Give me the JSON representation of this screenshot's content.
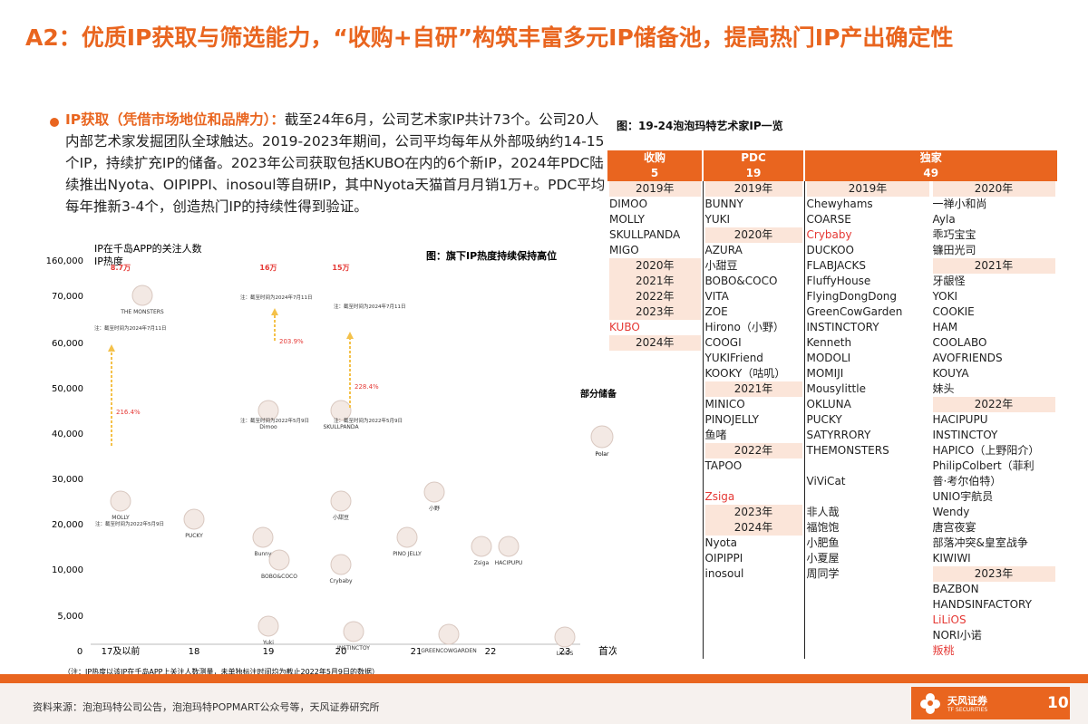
{
  "title": "A2：优质IP获取与筛选能力，“收购+自研”构筑丰富多元IP储备池，提高热门IP产出确定性",
  "bullet": {
    "lead": "IP获取（凭借市场地位和品牌力）：",
    "body": "截至24年6月，公司艺术家IP共计73个。公司20人内部艺术家发掘团队全球触达。2019-2023年期间，公司平均每年从外部吸纳约14-15个IP，持续扩充IP的储备。2023年公司获取包括KUBO在内的6个新IP，2024年PDC陆续推出Nyota、OIPIPPI、inosoul等自研IP，其中Nyota天猫首月月销1万+。PDC平均每年推新3-4个，创造热门IP的持续性得到验证。"
  },
  "figure_left": {
    "caption": "图：旗下IP热度持续保持高位",
    "y_axis_title": "IP在千岛APP的关注人数",
    "legend_label": "IP热度",
    "x_axis_title": "首次上新年份",
    "note": "（注：IP热度以该IP在千岛APP上关注人数测量，未单独标注时间均为截止2022年5月9日的数据）",
    "side_label": "部分储备IP：",
    "chart_data": {
      "type": "scatter",
      "title": "旗下IP热度持续保持高位",
      "ylabel": "IP在千岛APP的关注人数",
      "xlabel": "首次上新年份",
      "x_ticks": [
        "0",
        "17及以前",
        "18",
        "19",
        "20",
        "21",
        "22",
        "23"
      ],
      "y_ticks": [
        "5,000",
        "10,000",
        "20,000",
        "30,000",
        "40,000",
        "50,000",
        "60,000",
        "70,000",
        "160,000"
      ],
      "points": [
        {
          "name": "MOLLY",
          "x": "17及以前",
          "y": 25000,
          "label": "MOLLY"
        },
        {
          "name": "MOLLY",
          "x": "17及以前",
          "y": 87000,
          "label": "8.7万"
        },
        {
          "name": "THE MONSTERS",
          "x": "17及以前",
          "y": 70000,
          "label": "THE MONSTERS"
        },
        {
          "name": "PUCKY",
          "x": "18",
          "y": 21000,
          "label": "PUCKY"
        },
        {
          "name": "Dimoo",
          "x": "19",
          "y": 45000,
          "label": "Dimoo"
        },
        {
          "name": "Dimoo",
          "x": "19",
          "y": 160000,
          "label": "16万"
        },
        {
          "name": "Bunny",
          "x": "19",
          "y": 17000,
          "label": "Bunny"
        },
        {
          "name": "BOBO&COCO",
          "x": "19",
          "y": 12000,
          "label": "BOBO&COCO"
        },
        {
          "name": "Yuki",
          "x": "19",
          "y": 3000,
          "label": "Yuki"
        },
        {
          "name": "SKULLPANDA",
          "x": "20",
          "y": 45000,
          "label": "SKULLPANDA"
        },
        {
          "name": "SKULLPANDA",
          "x": "20",
          "y": 150000,
          "label": "15万"
        },
        {
          "name": "小甜豆",
          "x": "20",
          "y": 25000,
          "label": "小甜豆"
        },
        {
          "name": "Crybaby",
          "x": "20",
          "y": 11000,
          "label": "Crybaby"
        },
        {
          "name": "INSTINCTOY",
          "x": "20",
          "y": 2000,
          "label": "INSTINCTOY"
        },
        {
          "name": "PINO JELLY",
          "x": "21",
          "y": 17000,
          "label": "PINO JELLY"
        },
        {
          "name": "小野",
          "x": "21",
          "y": 27000,
          "label": "小野"
        },
        {
          "name": "GREENCOWGARDEN",
          "x": "21",
          "y": 1500,
          "label": "GREENCOWGARDEN"
        },
        {
          "name": "Zsiga",
          "x": "22",
          "y": 15000,
          "label": "Zsiga"
        },
        {
          "name": "HACIPUPU",
          "x": "22",
          "y": 15000,
          "label": "HACIPUPU"
        },
        {
          "name": "LiLiOS",
          "x": "23",
          "y": 1000,
          "label": "LiLiOS"
        }
      ],
      "growth_labels": [
        "216.4%",
        "203.9%",
        "228.4%"
      ],
      "data_notes": [
        "注：截至时间为2024年7月11日",
        "注：截至时间为2024年7月11日",
        "注：截至时间为2024年7月11日",
        "注：截至时间为2022年5月9日",
        "注：截至时间为2022年5月9日",
        "注：截至时间为2022年5月9日"
      ],
      "reserve_ip": "Polar"
    }
  },
  "table": {
    "title": "图：19-24泡泡玛特艺术家IP一览",
    "headers": [
      "收购",
      "PDC",
      "独家"
    ],
    "counts": [
      "5",
      "19",
      "49"
    ],
    "col1": [
      {
        "t": "2019年",
        "y": true
      },
      {
        "t": "DIMOO"
      },
      {
        "t": "MOLLY"
      },
      {
        "t": "SKULLPANDA"
      },
      {
        "t": "MIGO"
      },
      {
        "t": "2020年",
        "y": true
      },
      {
        "t": "2021年",
        "y": true
      },
      {
        "t": "2022年",
        "y": true
      },
      {
        "t": "2023年",
        "y": true
      },
      {
        "t": "KUBO",
        "red": true
      },
      {
        "t": "2024年",
        "y": true
      }
    ],
    "col2": [
      {
        "t": "2019年",
        "y": true
      },
      {
        "t": "BUNNY"
      },
      {
        "t": "YUKI"
      },
      {
        "t": "2020年",
        "y": true
      },
      {
        "t": "AZURA"
      },
      {
        "t": "小甜豆"
      },
      {
        "t": "BOBO&COCO"
      },
      {
        "t": "VITA"
      },
      {
        "t": "ZOE"
      },
      {
        "t": "Hirono（小野）"
      },
      {
        "t": "COOGI"
      },
      {
        "t": "YUKIFriend"
      },
      {
        "t": "KOOKY（咕叽）"
      },
      {
        "t": "2021年",
        "y": true
      },
      {
        "t": "MINICO"
      },
      {
        "t": "PINOJELLY"
      },
      {
        "t": "鱼啫"
      },
      {
        "t": "2022年",
        "y": true
      },
      {
        "t": "TAPOO"
      },
      {
        "t": ""
      },
      {
        "t": "Zsiga",
        "red": true
      },
      {
        "t": "2023年",
        "y": true
      },
      {
        "t": "2024年",
        "y": true
      },
      {
        "t": "Nyota"
      },
      {
        "t": "OIPIPPI"
      },
      {
        "t": "inosoul"
      }
    ],
    "col3": [
      {
        "t": "2019年",
        "y": true
      },
      {
        "t": "Chewyhams"
      },
      {
        "t": "COARSE"
      },
      {
        "t": "Crybaby",
        "red": true
      },
      {
        "t": "DUCKOO"
      },
      {
        "t": "FLABJACKS"
      },
      {
        "t": "FluffyHouse"
      },
      {
        "t": "FlyingDongDong"
      },
      {
        "t": "GreenCowGarden"
      },
      {
        "t": "INSTINCTORY"
      },
      {
        "t": "Kenneth"
      },
      {
        "t": "MODOLI"
      },
      {
        "t": "MOMIJI"
      },
      {
        "t": "Mousylittle"
      },
      {
        "t": "OKLUNA"
      },
      {
        "t": "PUCKY"
      },
      {
        "t": "SATYRRORY"
      },
      {
        "t": "THEMONSTERS"
      },
      {
        "t": ""
      },
      {
        "t": "ViViCat"
      },
      {
        "t": ""
      },
      {
        "t": "非人哉"
      },
      {
        "t": "福饱饱"
      },
      {
        "t": "小肥鱼"
      },
      {
        "t": "小夏屋"
      },
      {
        "t": "周同学"
      }
    ],
    "col4": [
      {
        "t": "2020年",
        "y": true
      },
      {
        "t": "一禅小和尚"
      },
      {
        "t": "Ayla"
      },
      {
        "t": "乖巧宝宝"
      },
      {
        "t": "镰田光司"
      },
      {
        "t": "2021年",
        "y": true
      },
      {
        "t": "牙龈怪"
      },
      {
        "t": "YOKI"
      },
      {
        "t": "COOKIE"
      },
      {
        "t": "HAM"
      },
      {
        "t": "COOLABO"
      },
      {
        "t": "AVOFRIENDS"
      },
      {
        "t": "KOUYA"
      },
      {
        "t": "妹头"
      },
      {
        "t": "2022年",
        "y": true
      },
      {
        "t": "HACIPUPU"
      },
      {
        "t": "INSTINCTOY"
      },
      {
        "t": "HAPICO（上野阳介）"
      },
      {
        "t": "PhilipColbert（菲利"
      },
      {
        "t": "普·考尔伯特）"
      },
      {
        "t": "UNIO宇航员"
      },
      {
        "t": "Wendy"
      },
      {
        "t": "唐宫夜宴"
      },
      {
        "t": "部落冲突&皇室战争"
      },
      {
        "t": "KIWIWI"
      },
      {
        "t": "2023年",
        "y": true
      },
      {
        "t": "BAZBON"
      },
      {
        "t": "HANDSINFACTORY"
      },
      {
        "t": "LiLiOS",
        "red": true
      },
      {
        "t": "NORI小诺"
      },
      {
        "t": "叛桃",
        "red": true
      }
    ]
  },
  "footer": {
    "source": "资料来源：泡泡玛特公司公告，泡泡玛特POPMART公众号等，天风证券研究所",
    "brand": "天风证券",
    "brand_sub": "TF SECURITIES",
    "page": "10"
  },
  "colors": {
    "accent": "#e9651f",
    "red": "#e53935"
  }
}
